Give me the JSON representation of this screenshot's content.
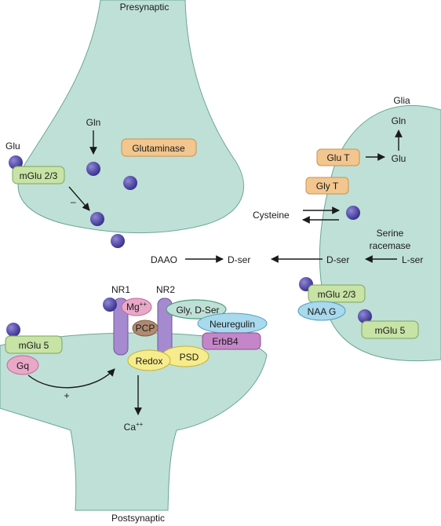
{
  "regions": {
    "presynaptic": "Presynaptic",
    "postsynaptic": "Postsynaptic",
    "glia": "Glia"
  },
  "presynaptic": {
    "glu": "Glu",
    "gln": "Gln",
    "mglu23": "mGlu 2/3",
    "glutaminase": "Glutaminase",
    "minus": "–"
  },
  "glia": {
    "gln": "Gln",
    "glu": "Glu",
    "glu_t": "Glu T",
    "gly_t": "Gly T",
    "cysteine": "Cysteine",
    "serine": "Serine",
    "racemase": "racemase",
    "l_ser": "L-ser",
    "d_ser": "D-ser",
    "mglu23": "mGlu 2/3",
    "naag": "NAA G",
    "mglu5": "mGlu 5"
  },
  "middle": {
    "daao": "DAAO",
    "d_ser": "D-ser"
  },
  "postsynaptic": {
    "nr1": "NR1",
    "nr2": "NR2",
    "mg": "Mg",
    "mg_sup": "++",
    "gly_dser": "Gly, D-Ser",
    "pcp": "PCP",
    "neuregulin": "Neuregulin",
    "erbb4": "ErbB4",
    "redox": "Redox",
    "psd": "PSD",
    "mglu5": "mGlu 5",
    "gq": "Gq",
    "plus": "+",
    "ca": "Ca",
    "ca_sup": "++"
  },
  "colors": {
    "cell_fill": "#bfe0d6",
    "cell_stroke": "#6aa796",
    "molecule": "#4c43a3",
    "green_box": "#c7e3a6",
    "orange_box": "#f2c68e",
    "pink_box": "#e9a8c8",
    "brown_box": "#b08a70",
    "blue_box": "#a8d9ec",
    "purple_box": "#c586c9",
    "yellow_box": "#f7ec8c",
    "receptor": "#a58ad0"
  }
}
